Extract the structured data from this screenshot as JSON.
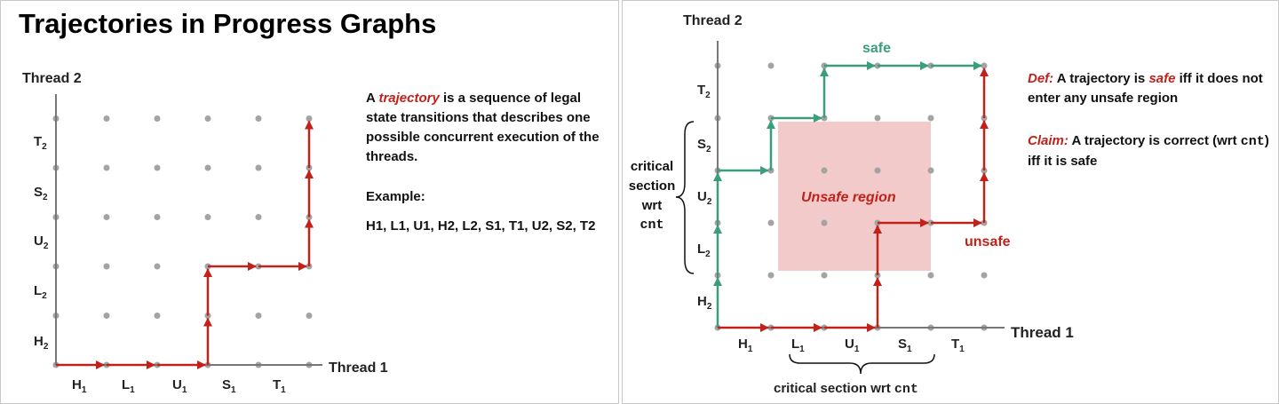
{
  "colors": {
    "accent_red": "#c0221b",
    "accent_green": "#3a9e7b",
    "unsafe_fill": "#f3caca",
    "point": "#a3a3a3",
    "axis": "#777777"
  },
  "left": {
    "title": "Trajectories in Progress Graphs",
    "y_axis_title": "Thread 2",
    "x_axis_title": "Thread 1",
    "thread1_steps": [
      {
        "base": "H",
        "sub": "1"
      },
      {
        "base": "L",
        "sub": "1"
      },
      {
        "base": "U",
        "sub": "1"
      },
      {
        "base": "S",
        "sub": "1"
      },
      {
        "base": "T",
        "sub": "1"
      }
    ],
    "thread2_steps": [
      {
        "base": "H",
        "sub": "2"
      },
      {
        "base": "L",
        "sub": "2"
      },
      {
        "base": "U",
        "sub": "2"
      },
      {
        "base": "S",
        "sub": "2"
      },
      {
        "base": "T",
        "sub": "2"
      }
    ],
    "definition": {
      "prefix": "A ",
      "term": "trajectory",
      "suffix": " is a sequence of legal state transitions that describes one possible concurrent execution of the threads."
    },
    "example_label": "Example:",
    "example_sequence": "H1, L1, U1, H2, L2,  S1, T1, U2, S2, T2"
  },
  "right": {
    "y_axis_title": "Thread 2",
    "x_axis_title": "Thread 1",
    "thread1_steps": [
      {
        "base": "H",
        "sub": "1"
      },
      {
        "base": "L",
        "sub": "1"
      },
      {
        "base": "U",
        "sub": "1"
      },
      {
        "base": "S",
        "sub": "1"
      },
      {
        "base": "T",
        "sub": "1"
      }
    ],
    "thread2_steps": [
      {
        "base": "H",
        "sub": "2"
      },
      {
        "base": "L",
        "sub": "2"
      },
      {
        "base": "U",
        "sub": "2"
      },
      {
        "base": "S",
        "sub": "2"
      },
      {
        "base": "T",
        "sub": "2"
      }
    ],
    "unsafe_region_label": "Unsafe region",
    "safe_label": "safe",
    "unsafe_label": "unsafe",
    "critical_vertical": {
      "line1": "critical",
      "line2": "section",
      "line3": "wrt",
      "line4": "cnt"
    },
    "critical_horizontal": {
      "text": "critical section wrt ",
      "code": "cnt"
    },
    "def": {
      "tag": "Def:",
      "text1": " A trajectory is ",
      "term": "safe",
      "text2": "  iff it does not enter any unsafe region"
    },
    "claim": {
      "tag": "Claim:",
      "text1": " A trajectory is  correct (wrt ",
      "code": "cnt",
      "text2": ")  iff it is safe"
    }
  }
}
